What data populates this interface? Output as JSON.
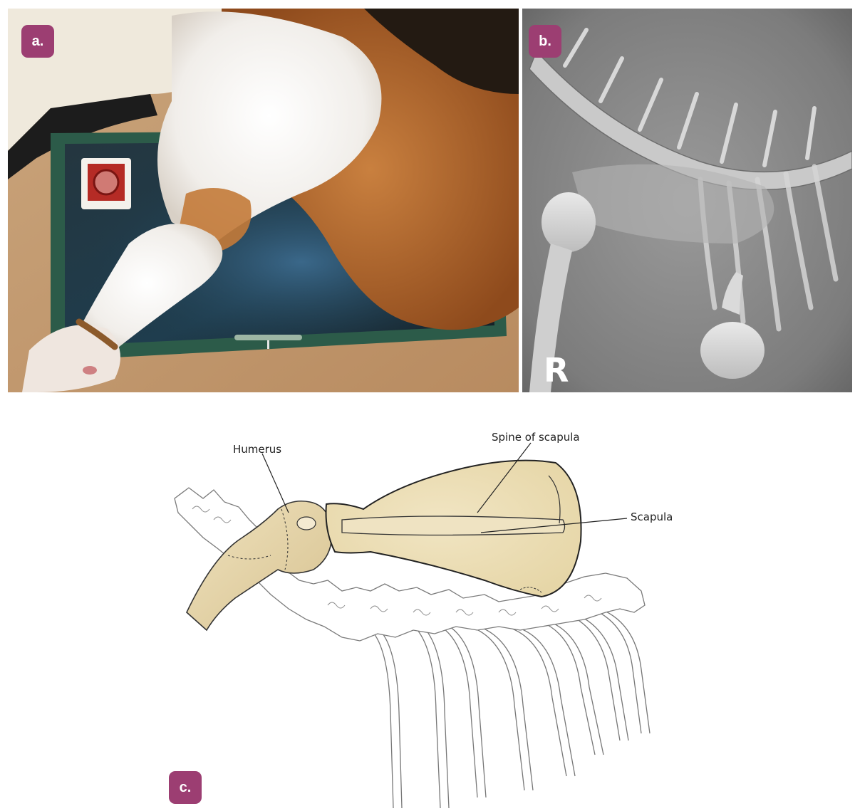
{
  "panels": {
    "a": {
      "badge": "a."
    },
    "b": {
      "badge": "b.",
      "marker": "R"
    },
    "c": {
      "badge": "c."
    }
  },
  "labels": {
    "humerus": "Humerus",
    "spine_of_scapula": "Spine of scapula",
    "scapula": "Scapula"
  },
  "colors": {
    "badge": "#9c3e72",
    "bone": "#ecdfb9",
    "bone_shade": "#d9c493",
    "fur_orange": "#b8682a",
    "fur_black": "#231a12",
    "cassette_frame": "#2c5b49",
    "cassette_plate": "#1b2a33"
  }
}
